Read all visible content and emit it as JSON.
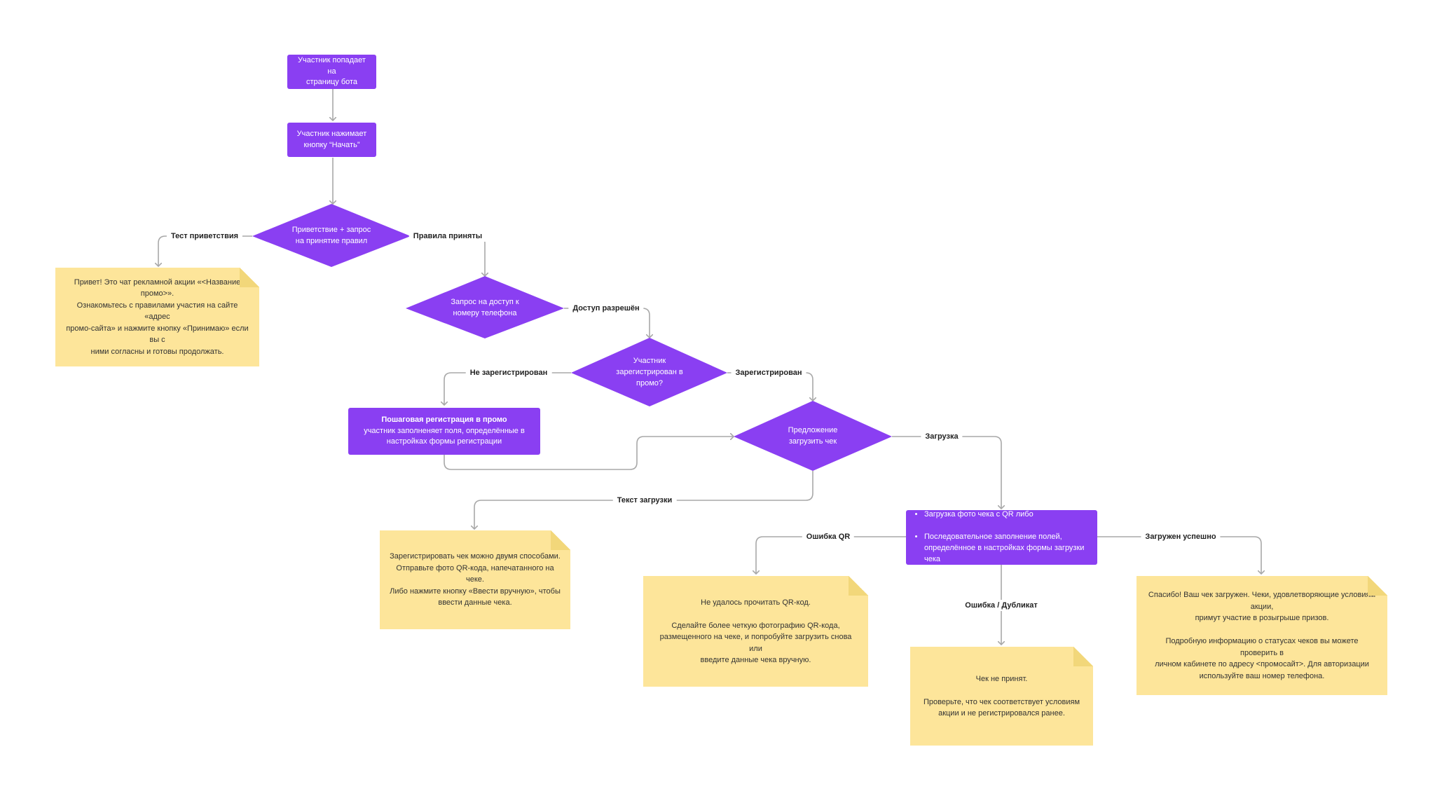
{
  "diagram": {
    "nodes": {
      "start": "Участник попадает на\nстраницу бота",
      "press_start": "Участник нажимает\nкнопку “Начать”",
      "welcome": "Приветствие + запрос\nна принятие правил",
      "phone": "Запрос на доступ к\nномеру телефона",
      "registered_q": "Участник\nзарегистрирован в\nпромо?",
      "registration_title": "Пошаговая регистрация в промо",
      "registration_text": "участник заполненяет поля, определённые в\nнастройках формы регистрации",
      "upload_offer": "Предложение\nзагрузить чек",
      "upload_items": [
        "Загрузка фото чека с QR либо",
        "Последовательное заполнение полей,\nопределённое в настройках формы загрузки чека"
      ]
    },
    "notes": {
      "welcome_text": "Привет! Это чат рекламной акции «<Название промо>».\nОзнакомьтесь с правилами участия на сайте «адрес\nпромо-сайта» и нажмите кнопку «Принимаю» если вы с\nними согласны и готовы продолжать.",
      "upload_text": "Зарегистрировать чек можно двумя способами.\nОтправьте фото QR-кода, напечатанного на чеке.\nЛибо нажмите кнопку «Ввести вручную», чтобы\nввести данные чека.",
      "qr_error": "Не удалось прочитать QR-код.\n\nСделайте более четкую фотографию QR-кода,\nразмещенного на чеке, и попробуйте загрузить снова или\nвведите данные чека вручную.",
      "rejected": "Чек не принят.\n\nПроверьте, что чек соответствует условиям\nакции и не регистрировался ранее.",
      "success": "Спасибо! Ваш чек загружен. Чеки, удовлетворяющие условиям акции,\nпримут участие в розыгрыше призов.\n\nПодробную информацию о статусах чеков вы можете проверить в\nличном кабинете  по адресу <промосайт>. Для авторизации\nиспользуйте ваш номер телефона."
    },
    "edges": {
      "welcome_text": "Тест приветствия",
      "rules_accepted": "Правила приняты",
      "access_granted": "Доступ разрешён",
      "not_registered": "Не зарегистрирован",
      "registered": "Зарегистрирован",
      "upload": "Загрузка",
      "upload_text": "Текст загрузки",
      "qr_error": "Ошибка QR",
      "error_duplicate": "Ошибка / Дубликат",
      "uploaded_ok": "Загружен успешно"
    },
    "colors": {
      "node": "#8a3ff2",
      "note": "#fde59a",
      "connector": "#a8a8a8"
    }
  }
}
